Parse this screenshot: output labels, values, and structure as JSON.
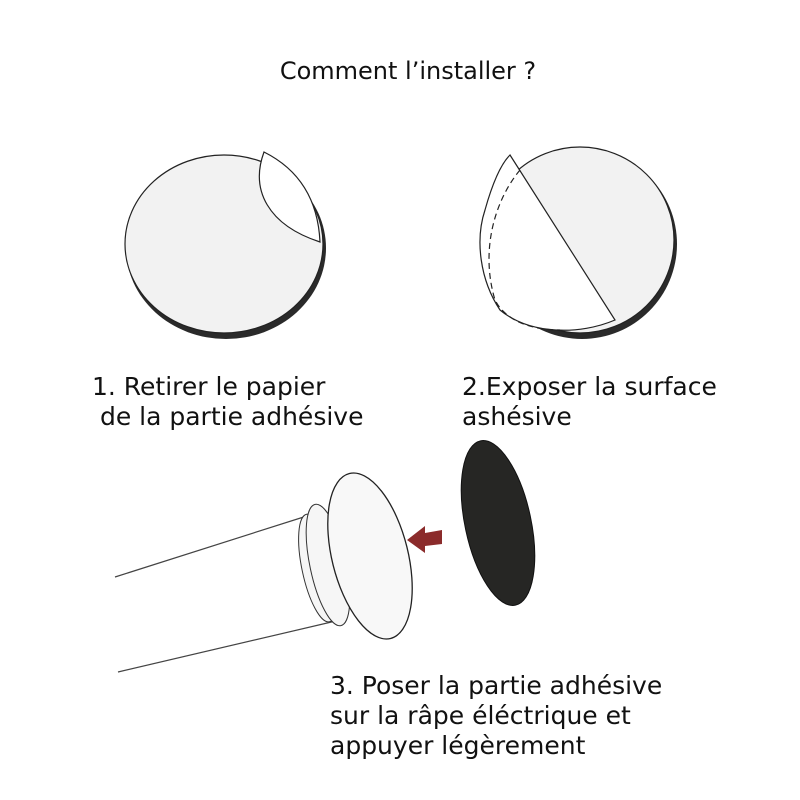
{
  "title": "Comment l’installer ?",
  "steps": [
    {
      "line1": "1. Retirer le papier",
      "line2": " de la partie adhésive"
    },
    {
      "line1": "2.Exposer la surface",
      "line2": "ashésive"
    },
    {
      "line1": "3. Poser la partie adhésive",
      "line2": "sur la râpe éléctrique et",
      "line3": "appuyer légèrement"
    }
  ],
  "colors": {
    "arrow": "#8b2b2b",
    "adhesive": "#262624",
    "disc": "#f2f2f2"
  }
}
